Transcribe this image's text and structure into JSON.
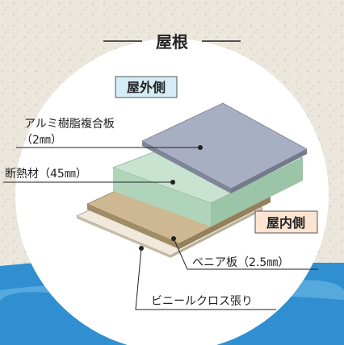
{
  "title": "屋根",
  "labels": {
    "outside": "屋外側",
    "inside": "屋内側",
    "aluminum_line1": "アルミ樹脂複合板",
    "aluminum_line2": "（2㎜）",
    "insulation": "断熱材（45㎜）",
    "veneer": "ベニア板（2.5㎜）",
    "vinyl": "ビニールクロス張り"
  },
  "colors": {
    "background_texture": "#ece7dd",
    "circle": "#ffffff",
    "water": "#2f8fd0",
    "water_light": "#7cc3ea",
    "aluminum_top": "#a8afc3",
    "insulation_top": "#c8e3cf",
    "veneer_top": "#cdb891",
    "vinyl_top": "#f0e9dc",
    "outside_badge_bg": "#d4ecf6",
    "inside_badge_bg": "#fbe5d1",
    "badge_border": "#555555",
    "leader_line": "#222222"
  }
}
